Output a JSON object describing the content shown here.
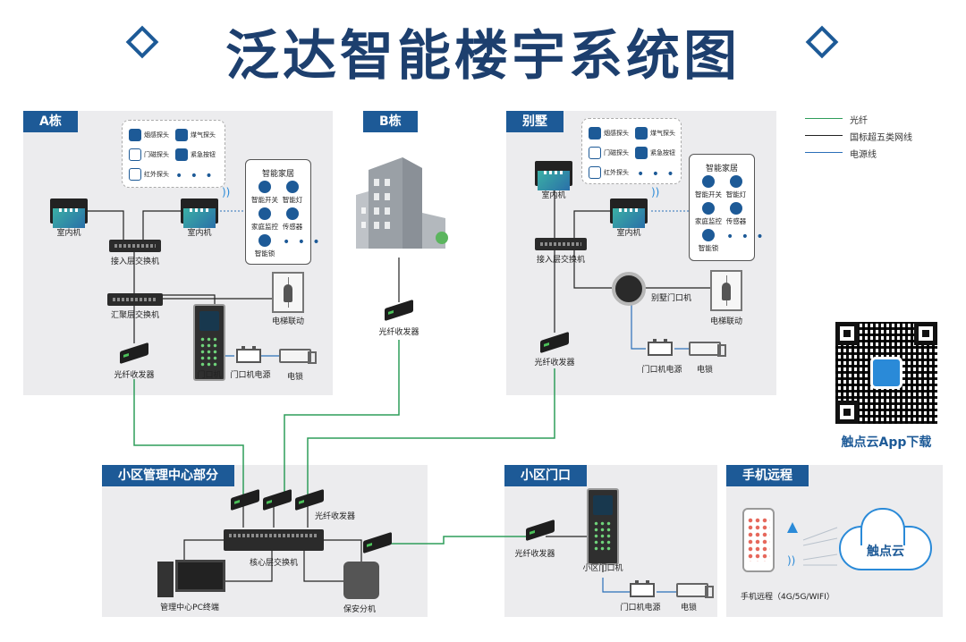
{
  "title": "泛达智能楼宇系统图",
  "colors": {
    "fiber": "#2f9d5a",
    "ethernet": "#222222",
    "power": "#2a6fb8",
    "brand": "#1d5a97"
  },
  "legend": [
    {
      "label": "光纤"
    },
    {
      "label": "国标超五类网线"
    },
    {
      "label": "电源线"
    }
  ],
  "panels": {
    "a": "A栋",
    "b": "B栋",
    "villa": "别墅",
    "center": "小区管理中心部分",
    "gate": "小区门口",
    "mobile": "手机远程"
  },
  "sensors": {
    "smoke": "烟感探头",
    "gas": "煤气探头",
    "door": "门磁探头",
    "emergency": "紧急按钮",
    "infrared": "红外探头",
    "more": "• • •"
  },
  "smart_home": {
    "title": "智能家居",
    "switch": "智能开关",
    "light": "智能灯",
    "monitor": "家庭监控",
    "sensor": "传感器",
    "lock": "智能锁",
    "more": "• • •"
  },
  "devices": {
    "indoor": "室内机",
    "access_switch": "接入层交换机",
    "agg_switch": "汇聚层交换机",
    "fiber_transceiver": "光纤收发器",
    "door_station": "门口机",
    "door_power": "门口机电源",
    "e_lock": "电锁",
    "elevator": "电梯联动",
    "villa_door": "别墅门口机",
    "core_switch": "核心层交换机",
    "pc": "管理中心PC终端",
    "guard": "保安分机",
    "gate_door": "小区门口机",
    "mobile_remote": "手机远程（4G/5G/WIFI）",
    "cloud": "触点云"
  },
  "qr_caption": "触点云App下载"
}
